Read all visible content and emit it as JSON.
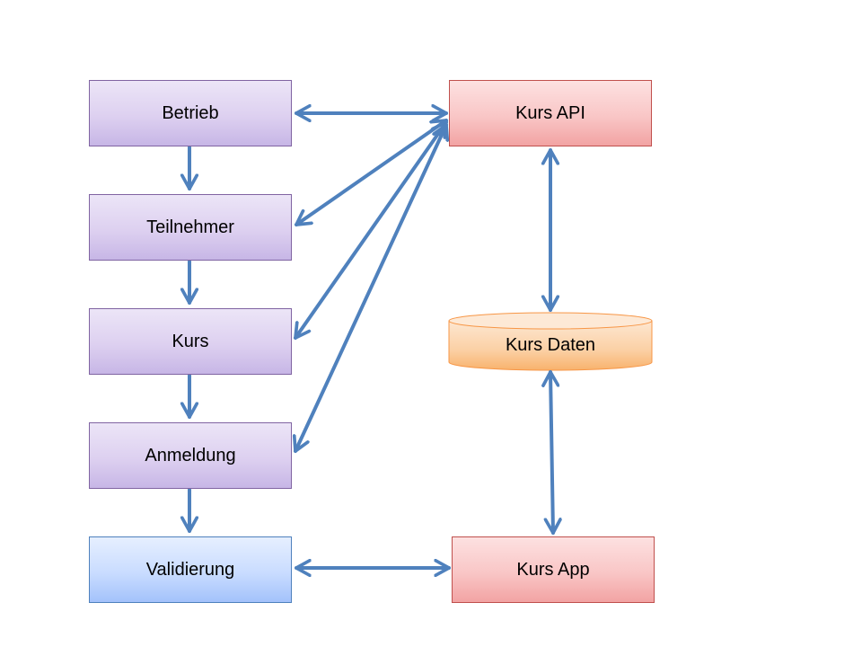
{
  "nodes": {
    "betrieb": "Betrieb",
    "teilnehmer": "Teilnehmer",
    "kurs": "Kurs",
    "anmeldung": "Anmeldung",
    "validierung": "Validierung",
    "kurs_api": "Kurs API",
    "kurs_daten": "Kurs Daten",
    "kurs_app": "Kurs App"
  },
  "colors": {
    "arrow": "#4f81bd",
    "purple_border": "#8064a2",
    "red_border": "#c0504d",
    "blue_border": "#4f81bd",
    "cylinder_fill": "#fbc28a",
    "cylinder_border": "#f79646"
  }
}
